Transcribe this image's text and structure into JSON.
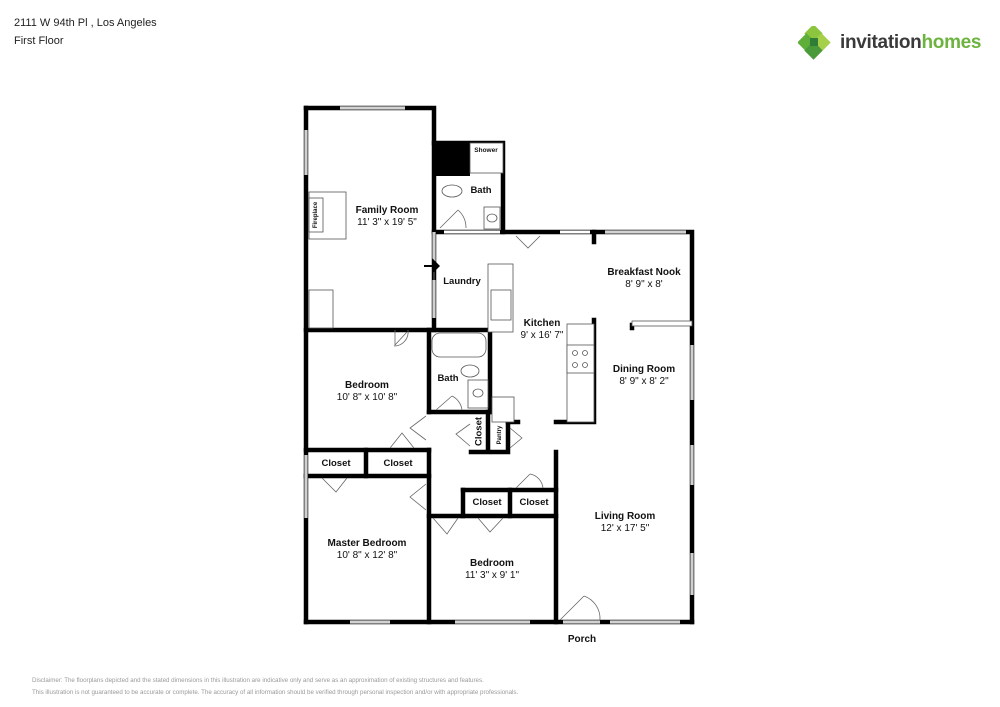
{
  "header": {
    "address": "2111 W 94th Pl , Los Angeles",
    "floor": "First Floor"
  },
  "logo": {
    "icon": "clover-icon",
    "text_part1": "invitation",
    "text_part2": "homes",
    "colors": {
      "dark_green": "#3f8f3a",
      "light_green": "#8cc63f",
      "text_gray": "#3a3a3a"
    }
  },
  "rooms": {
    "family_room": {
      "name": "Family Room",
      "dims": "11' 3\" x 19' 5\""
    },
    "fireplace": {
      "name": "Fireplace"
    },
    "shower": {
      "name": "Shower"
    },
    "bath_top": {
      "name": "Bath"
    },
    "laundry": {
      "name": "Laundry"
    },
    "breakfast_nook": {
      "name": "Breakfast Nook",
      "dims": "8' 9\" x 8'"
    },
    "kitchen": {
      "name": "Kitchen",
      "dims": "9' x 16' 7\""
    },
    "dining_room": {
      "name": "Dining Room",
      "dims": "8' 9\" x 8' 2\""
    },
    "bedroom_1": {
      "name": "Bedroom",
      "dims": "10' 8\" x 10' 8\""
    },
    "bath_mid": {
      "name": "Bath"
    },
    "closet_hall": {
      "name": "Closet"
    },
    "pantry": {
      "name": "Pantry"
    },
    "closet_a": {
      "name": "Closet"
    },
    "closet_b": {
      "name": "Closet"
    },
    "closet_c": {
      "name": "Closet"
    },
    "closet_d": {
      "name": "Closet"
    },
    "master_bedroom": {
      "name": "Master Bedroom",
      "dims": "10' 8\" x 12' 8\""
    },
    "bedroom_2": {
      "name": "Bedroom",
      "dims": "11' 3\" x 9' 1\""
    },
    "living_room": {
      "name": "Living Room",
      "dims": "12' x 17' 5\""
    },
    "porch": {
      "name": "Porch"
    }
  },
  "disclaimer": {
    "line1": "Disclaimer: The floorplans depicted and the stated dimensions in this illustration are indicative only and serve as an approximation of existing structures and features.",
    "line2": "This illustration is not guaranteed to be accurate or complete. The accuracy of all information should be verified through personal inspection and/or with appropriate professionals."
  }
}
